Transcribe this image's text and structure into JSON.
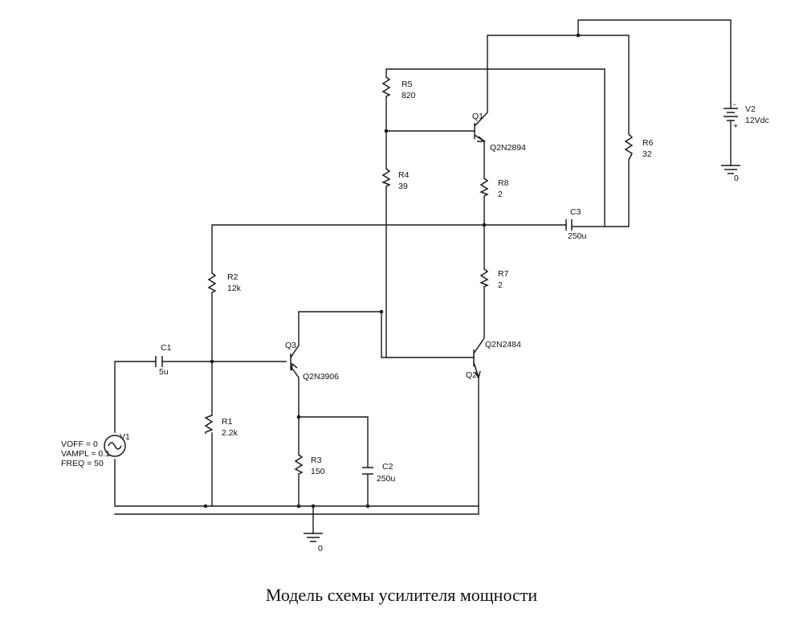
{
  "caption": "Модель схемы усилителя мощности",
  "components": {
    "R1": {
      "ref": "R1",
      "value": "2.2k"
    },
    "R2": {
      "ref": "R2",
      "value": "12k"
    },
    "R3": {
      "ref": "R3",
      "value": "150"
    },
    "R4": {
      "ref": "R4",
      "value": "39"
    },
    "R5": {
      "ref": "R5",
      "value": "820"
    },
    "R6": {
      "ref": "R6",
      "value": "32"
    },
    "R7": {
      "ref": "R7",
      "value": "2"
    },
    "R8": {
      "ref": "R8",
      "value": "2"
    },
    "C1": {
      "ref": "C1",
      "value": "5u"
    },
    "C2": {
      "ref": "C2",
      "value": "250u"
    },
    "C3": {
      "ref": "C3",
      "value": "250u"
    },
    "Q1": {
      "ref": "Q1",
      "model": "Q2N2894"
    },
    "Q2": {
      "ref": "Q2",
      "model": "Q2N2484"
    },
    "Q3": {
      "ref": "Q3",
      "model": "Q2N3906"
    },
    "V1": {
      "ref": "V1",
      "voff": "VOFF = 0",
      "vampl": "VAMPL = 0.1",
      "freq": "FREQ = 50"
    },
    "V2": {
      "ref": "V2",
      "value": "12Vdc",
      "plus": "+",
      "minus": "-"
    }
  },
  "grounds": {
    "main": "0",
    "supply": "0"
  }
}
